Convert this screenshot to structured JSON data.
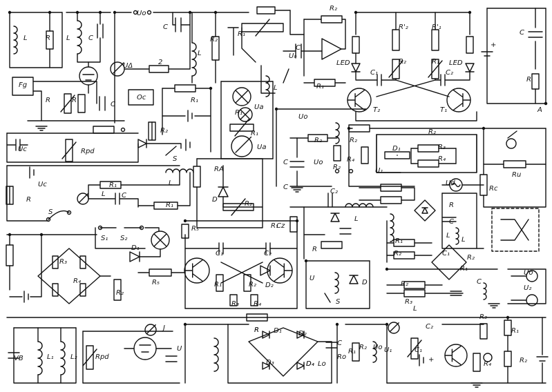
{
  "labels": {
    "t1": "L",
    "t2": "R",
    "t3": "L",
    "t4": "C",
    "t5": "UΔ",
    "t6": "Uo",
    "t7": "C",
    "t8": "2",
    "t9": "L",
    "t10": "R₂",
    "t11": "R₁",
    "t12": "L",
    "t13": "R₂",
    "t14": "U₀",
    "t15": "C",
    "t16": "R₁",
    "t17": "LED",
    "t18": "R'₂",
    "t19": "R'₁",
    "t20": "R₂",
    "t21": "R₁",
    "t22": "LED",
    "t23": "C₁",
    "t24": "C₂",
    "t25": "T₂",
    "t26": "T₁",
    "t27": "C",
    "t28": "+",
    "t29": "R",
    "t30": "A",
    "t31": "Fg",
    "t32": "R",
    "t33": "R",
    "t34": "C",
    "t35": "Oc",
    "t36": "R₁",
    "t37": "R₂",
    "t38": "R₁",
    "t39": "Ua",
    "t40": "R₁",
    "t41": "Ua",
    "t42": "Uc",
    "t43": "Rpd",
    "t44": "S",
    "t45": "L",
    "t46": "R₁",
    "t47": "Uc",
    "t48": "L",
    "t49": "R",
    "t50": "C",
    "t51": "U₁",
    "t52": "R₂",
    "t53": "R₄",
    "t54": "D₁",
    "t55": "R₂",
    "t56": "R₃",
    "t57": "R₄",
    "t58": "Ud",
    "t59": "C",
    "t60": "C₂",
    "t61": "R₂",
    "t62": "Uo",
    "t63": "Rc",
    "t64": "Ru",
    "t65": "R₂",
    "t66": "Uo",
    "t67": "C",
    "t68": "D",
    "t69": "RA",
    "t70": "R₂",
    "t71": "R",
    "t72": "S",
    "t73": "L",
    "t74": "R₁",
    "t75": "Cz",
    "t76": "L",
    "t77": "R₁",
    "t78": "R₂",
    "t79": "C",
    "t80": "L",
    "t81": "R",
    "t82": "S₁",
    "t83": "S₂",
    "t84": "R₃",
    "t85": "R₄",
    "t86": "D₁",
    "t87": "R₅",
    "t88": "R₂",
    "t89": "C₁",
    "t90": "C₂",
    "t91": "R₁",
    "t92": "R₂",
    "t93": "R₃",
    "t94": "R₄",
    "t95": "D₂",
    "t96": "R₅",
    "t97": "U",
    "t98": "D",
    "t99": "S",
    "t100": "R₁",
    "t101": "R₂",
    "t102": "R₃",
    "t103": "D₄",
    "t104": "R",
    "t105": "C₁",
    "t106": "Uo",
    "t107": "U₂",
    "t108": "R₂",
    "t109": "R₁",
    "t110": "L",
    "t111": "C",
    "t112": "+",
    "t113": "Uo",
    "t114": "Lo",
    "t115": "Ro",
    "t116": "R₂",
    "t117": "C₁",
    "t118": "C₂",
    "t119": "VB",
    "t120": "L₁",
    "t121": "L₂",
    "t122": "Rpd",
    "t123": "J",
    "t124": "U",
    "t125": "R",
    "t126": "D₁",
    "t127": "D₂",
    "t128": "D₃",
    "t129": "D₄",
    "t130": "C",
    "t131": "R₁",
    "t132": "U₁",
    "t133": "R₁",
    "t134": "R₂",
    "t135": "R₃",
    "t136": "R₄"
  }
}
